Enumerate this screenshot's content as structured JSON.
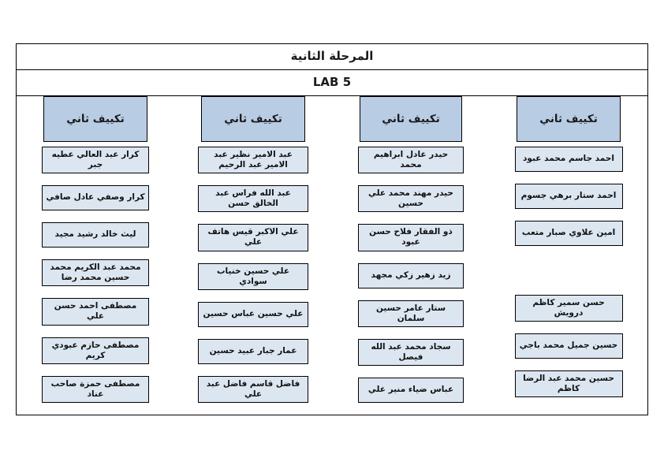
{
  "document": {
    "title": "المرحلة الثانية",
    "subtitle": "LAB 5",
    "colors": {
      "header_fill": "#b8cce4",
      "cell_fill": "#dce6f1",
      "border": "#000000",
      "page_background": "#ffffff"
    }
  },
  "columns": [
    {
      "header": "تكييف ثاني",
      "names": [
        "احمد جاسم محمد عبود",
        "احمد ستار برهي جسوم",
        "امين علاوي صبار متعب",
        "",
        "حسن سمير كاظم درويش",
        "حسين جميل محمد باجي",
        "حسين محمد عبد الرضا كاظم"
      ]
    },
    {
      "header": "تكييف ثاني",
      "names": [
        "حيدر عادل ابراهيم محمد",
        "حيدر مهند محمد علي حسين",
        "ذو الفقار فلاح حسن عبود",
        "زيد زهير زكي مجهد",
        "ستار عامر حسين سلمان",
        "سجاد محمد عبد الله فيصل",
        "عباس ضياء منير علي"
      ]
    },
    {
      "header": "تكييف ثاني",
      "names": [
        "عبد الامير نظير عبد الامير عبد الرحيم",
        "عبد الله فراس عبد الخالق حسن",
        "علي الاكبر قيس هاتف علي",
        "علي حسين خنياب سوادي",
        "علي حسين عباس حسين",
        "عمار جبار عبيد حسين",
        "فاضل قاسم فاضل عبد علي"
      ]
    },
    {
      "header": "تكييف ثاني",
      "names": [
        "كرار عبد العالي عطيه جبر",
        "كرار وصفي عادل صافي",
        "ليث خالد رشيد مجيد",
        "محمد عبد الكريم محمد حسين محمد رضا",
        "مصطفى احمد حسن علي",
        "مصطفى حازم عبودي كريم",
        "مصطفى حمزة صاحب عناد"
      ]
    }
  ]
}
